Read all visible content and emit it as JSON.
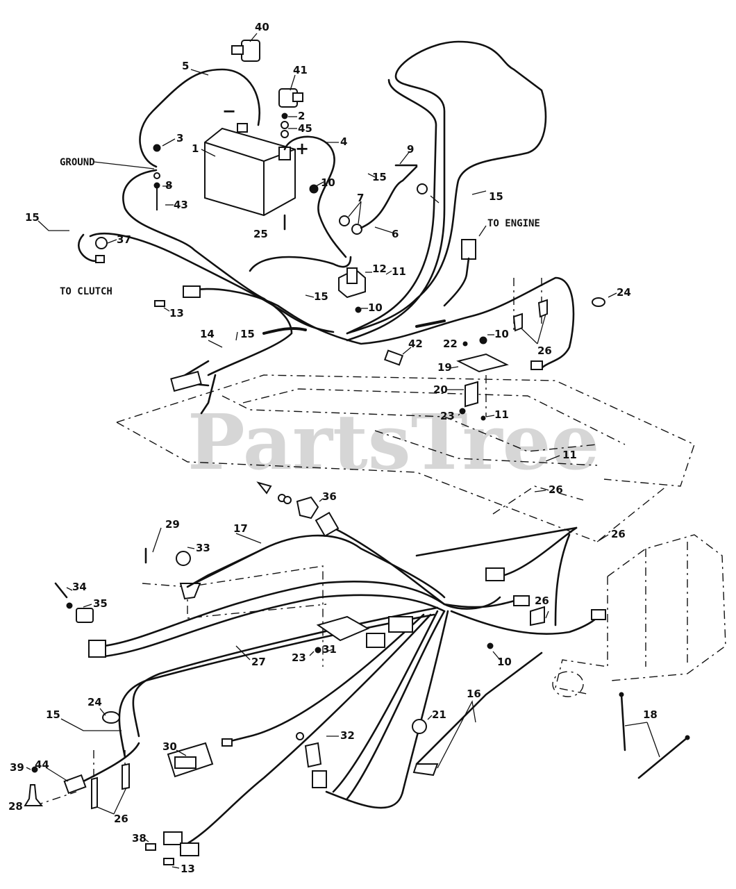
{
  "watermark": "PartsTree",
  "labels": {
    "ground": "GROUND",
    "to_clutch": "TO CLUTCH",
    "to_engine": "TO ENGINE",
    "minus": "−",
    "plus": "+"
  },
  "callouts": [
    "40",
    "41",
    "5",
    "2",
    "45",
    "3",
    "4",
    "1",
    "9",
    "15",
    "10",
    "7",
    "15",
    "8",
    "43",
    "25",
    "6",
    "15",
    "37",
    "12",
    "11",
    "15",
    "13",
    "10",
    "24",
    "14",
    "15",
    "22",
    "10",
    "42",
    "19",
    "26",
    "20",
    "23",
    "11",
    "11",
    "26",
    "36",
    "29",
    "33",
    "17",
    "26",
    "34",
    "35",
    "26",
    "23",
    "31",
    "27",
    "10",
    "24",
    "15",
    "21",
    "16",
    "18",
    "32",
    "30",
    "39",
    "44",
    "28",
    "26",
    "38",
    "13"
  ]
}
